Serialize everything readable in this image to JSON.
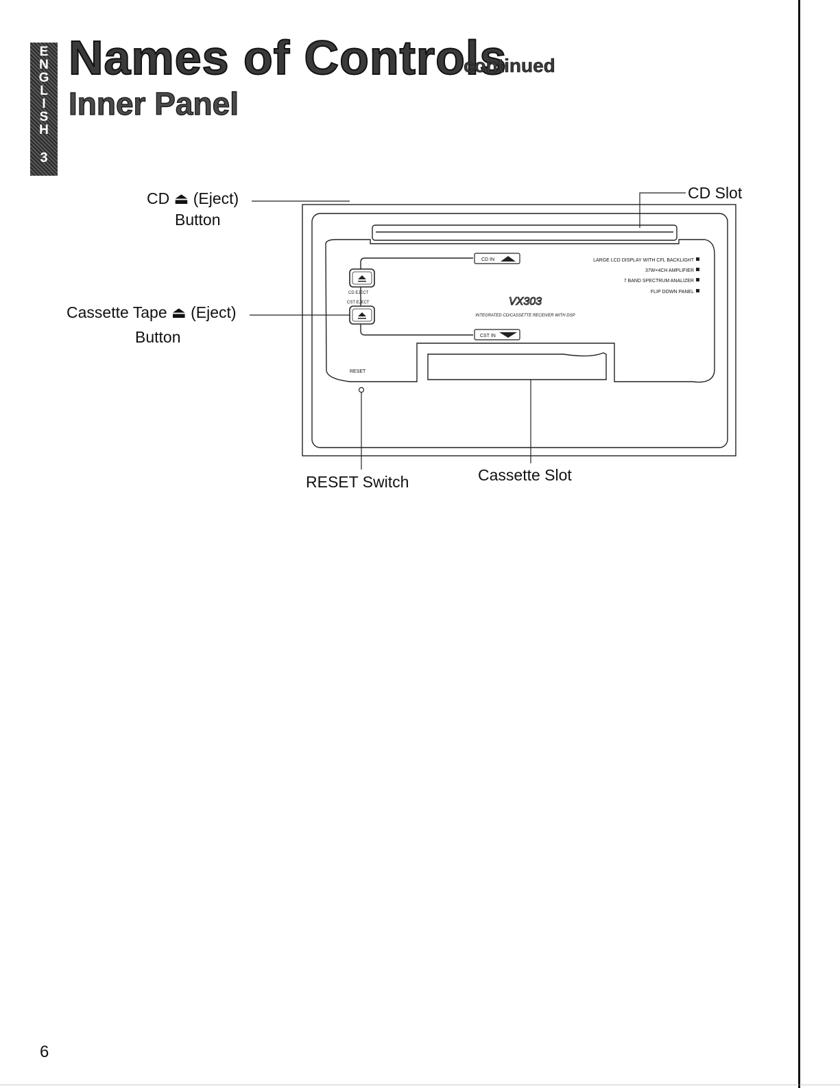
{
  "side_tab": {
    "letters": [
      "E",
      "N",
      "G",
      "L",
      "I",
      "S",
      "H"
    ],
    "number": "3"
  },
  "header": {
    "title": "Names of Controls",
    "continued": "continued",
    "section": "Inner Panel"
  },
  "callouts": {
    "cd_slot": "CD Slot",
    "cd_eject_line1": "CD ⏏ (Eject)",
    "cd_eject_line2": "Button",
    "cassette_eject_line1": "Cassette Tape ⏏ (Eject)",
    "cassette_eject_line2": "Button",
    "reset_switch": "RESET Switch",
    "cassette_slot": "Cassette Slot"
  },
  "panel": {
    "cd_in": "CD IN",
    "cst_in": "CST IN",
    "cd_eject": "CD EJECT",
    "cst_eject": "CST EJECT",
    "model": "VX303",
    "tagline": "INTEGRATED CD/CASSETTE RECEIVER WITH DSP",
    "features": [
      "LARGE LCD DISPLAY WITH CFL BACKLIGHT",
      "37W×4CH AMPLIFIER",
      "7 BAND SPECTRUM ANALIZER",
      "FLIP DOWN PANEL"
    ],
    "reset": "RESET"
  },
  "footer": {
    "page_number": "6"
  }
}
